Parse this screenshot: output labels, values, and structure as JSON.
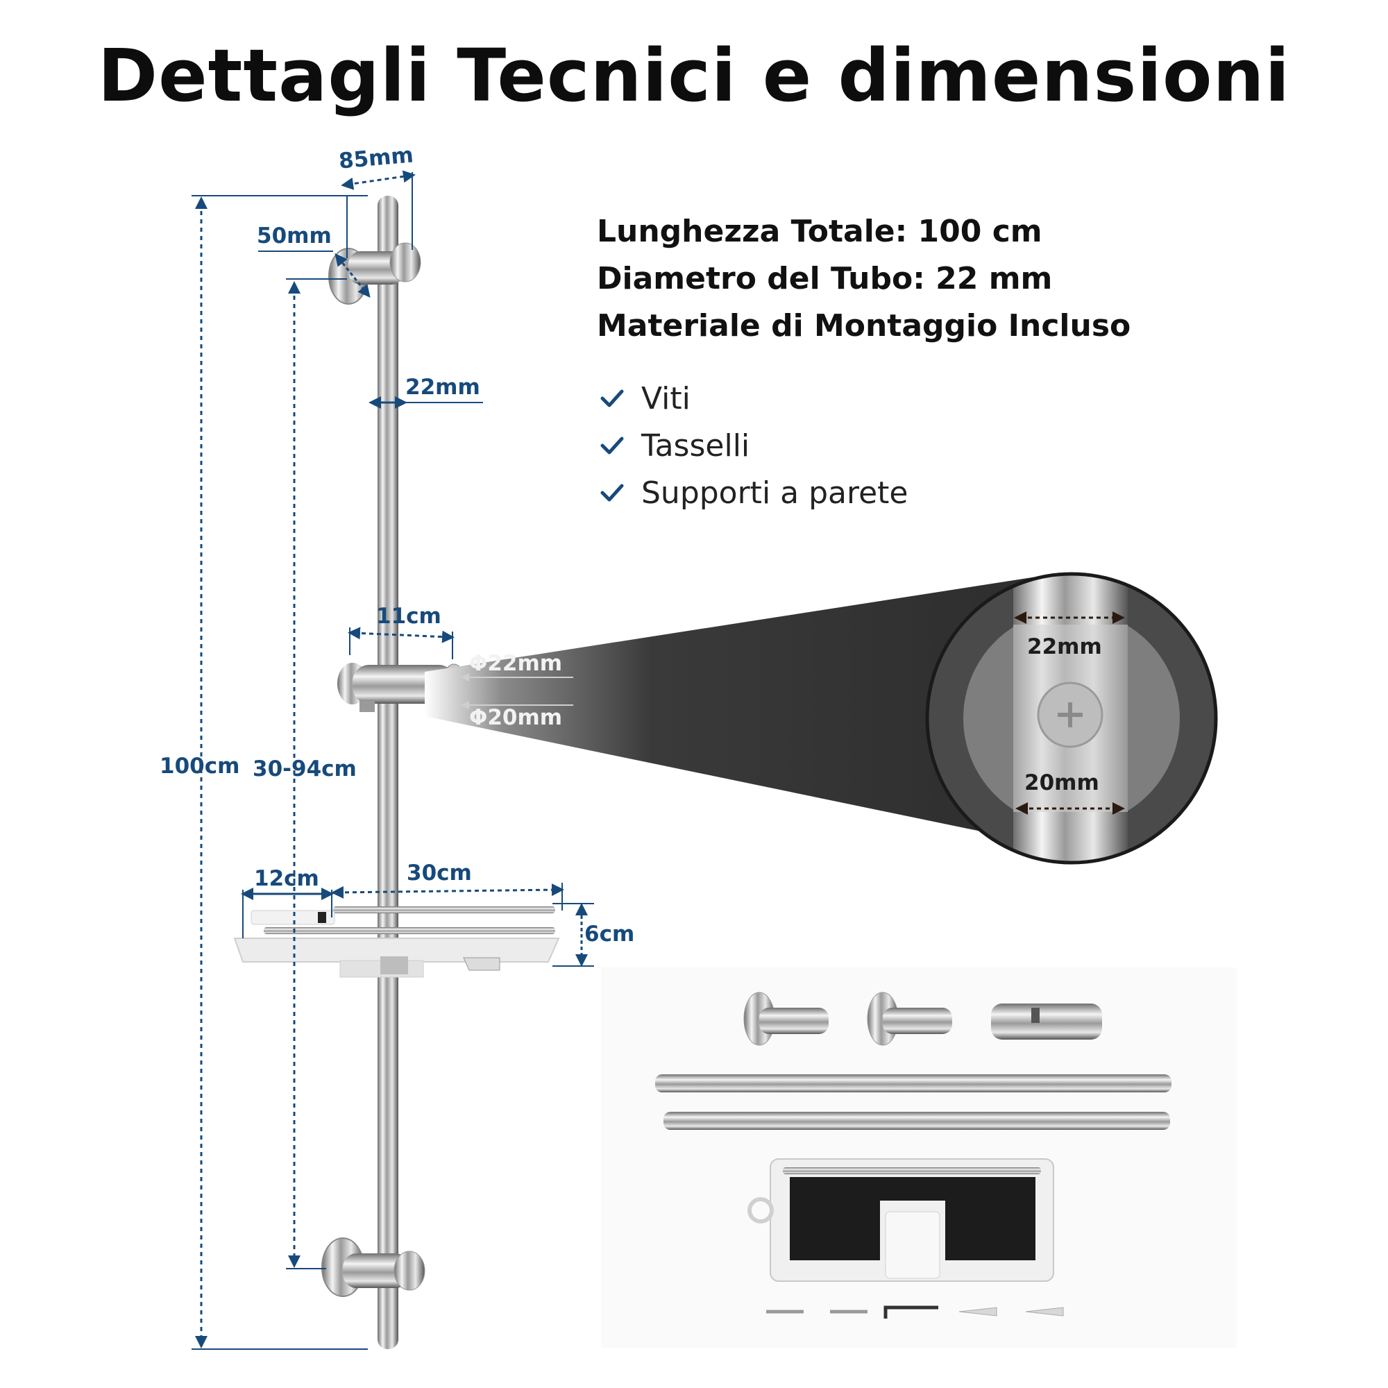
{
  "title": "Dettagli Tecnici e dimensioni",
  "specs": [
    "Lunghezza Totale: 100 cm",
    "Diametro del Tubo: 22 mm",
    "Materiale di Montaggio Incluso"
  ],
  "included_items": [
    "Viti",
    "Tasselli",
    "Supporti a parete"
  ],
  "dimensions": {
    "holder_depth": "85mm",
    "bracket_diameter": "50mm",
    "tube_diameter": "22mm",
    "slider_width": "11cm",
    "slider_inner_top": "Φ22mm",
    "slider_inner_bottom": "Φ20mm",
    "total_length": "100cm",
    "adjustable_range": "30-94cm",
    "shelf_hook": "12cm",
    "shelf_width": "30cm",
    "shelf_height": "6cm",
    "zoom_top": "22mm",
    "zoom_bottom": "20mm"
  },
  "colors": {
    "accent": "#174a7c",
    "text": "#111111"
  }
}
